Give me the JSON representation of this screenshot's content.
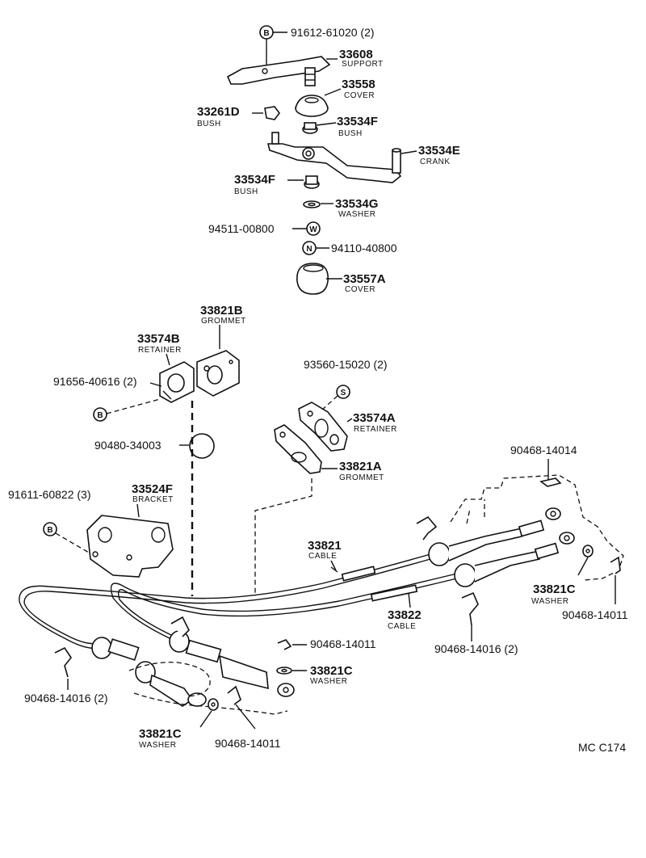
{
  "diagram_code": "MC C174",
  "labels": {
    "p91612": "91612-61020 (2)",
    "p33608": "33608",
    "n33608": "SUPPORT",
    "p33558": "33558",
    "n33558": "COVER",
    "p33261d": "33261D",
    "n33261d": "BUSH",
    "p33534f_top": "33534F",
    "n33534f_top": "BUSH",
    "p33534e": "33534E",
    "n33534e": "CRANK",
    "p33534f_bot": "33534F",
    "n33534f_bot": "BUSH",
    "p33534g": "33534G",
    "n33534g": "WASHER",
    "p94511": "94511-00800",
    "p94110": "94110-40800",
    "p33557a": "33557A",
    "n33557a": "COVER",
    "p33821b": "33821B",
    "n33821b": "GROMMET",
    "p33574b": "33574B",
    "n33574b": "RETAINER",
    "p91656": "91656-40616 (2)",
    "p93560": "93560-15020 (2)",
    "p33574a": "33574A",
    "n33574a": "RETAINER",
    "p90480": "90480-34003",
    "p33821a": "33821A",
    "n33821a": "GROMMET",
    "p90468_14014": "90468-14014",
    "p91611": "91611-60822 (3)",
    "p33524f": "33524F",
    "n33524f": "BRACKET",
    "p33821": "33821",
    "n33821": "CABLE",
    "p33821c_r": "33821C",
    "n33821c_r": "WASHER",
    "p90468_14011_r": "90468-14011",
    "p33822": "33822",
    "n33822": "CABLE",
    "p90468_14016_r": "90468-14016 (2)",
    "p90468_14011_m": "90468-14011",
    "p33821c_m": "33821C",
    "n33821c_m": "WASHER",
    "p90468_14016_l": "90468-14016 (2)",
    "p33821c_b": "33821C",
    "n33821c_b": "WASHER",
    "p90468_14011_b": "90468-14011"
  },
  "symbols": {
    "bolt": "B",
    "washer": "W",
    "nut": "N",
    "screw": "S"
  }
}
